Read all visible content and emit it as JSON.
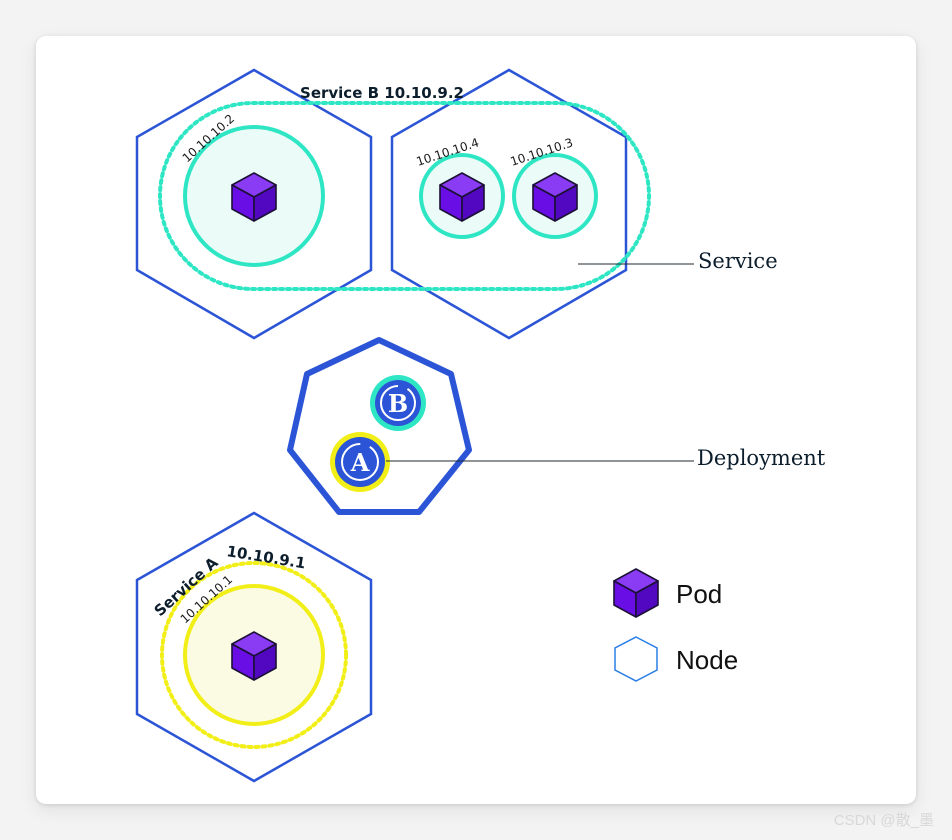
{
  "diagram": {
    "service_b": {
      "label": "Service B 10.10.9.2",
      "pods": [
        {
          "ip": "10.10.10.2"
        },
        {
          "ip": "10.10.10.4"
        },
        {
          "ip": "10.10.10.3"
        }
      ]
    },
    "service_a": {
      "label_name": "Service A",
      "label_ip": "10.10.9.1",
      "pod_ip": "10.10.10.1"
    },
    "deployment": {
      "badge_b": "B",
      "badge_a": "A"
    },
    "callouts": {
      "service": "Service",
      "deployment": "Deployment"
    },
    "legend": {
      "pod": "Pod",
      "node": "Node"
    },
    "colors": {
      "node_border": "#2b55d6",
      "service_b_ring": "#2ee6c4",
      "service_a_ring": "#f1ee18",
      "pod_cube": "#6a0ee6",
      "deployment_badge": "#2b55d6"
    }
  },
  "watermark": "CSDN @散_墨"
}
